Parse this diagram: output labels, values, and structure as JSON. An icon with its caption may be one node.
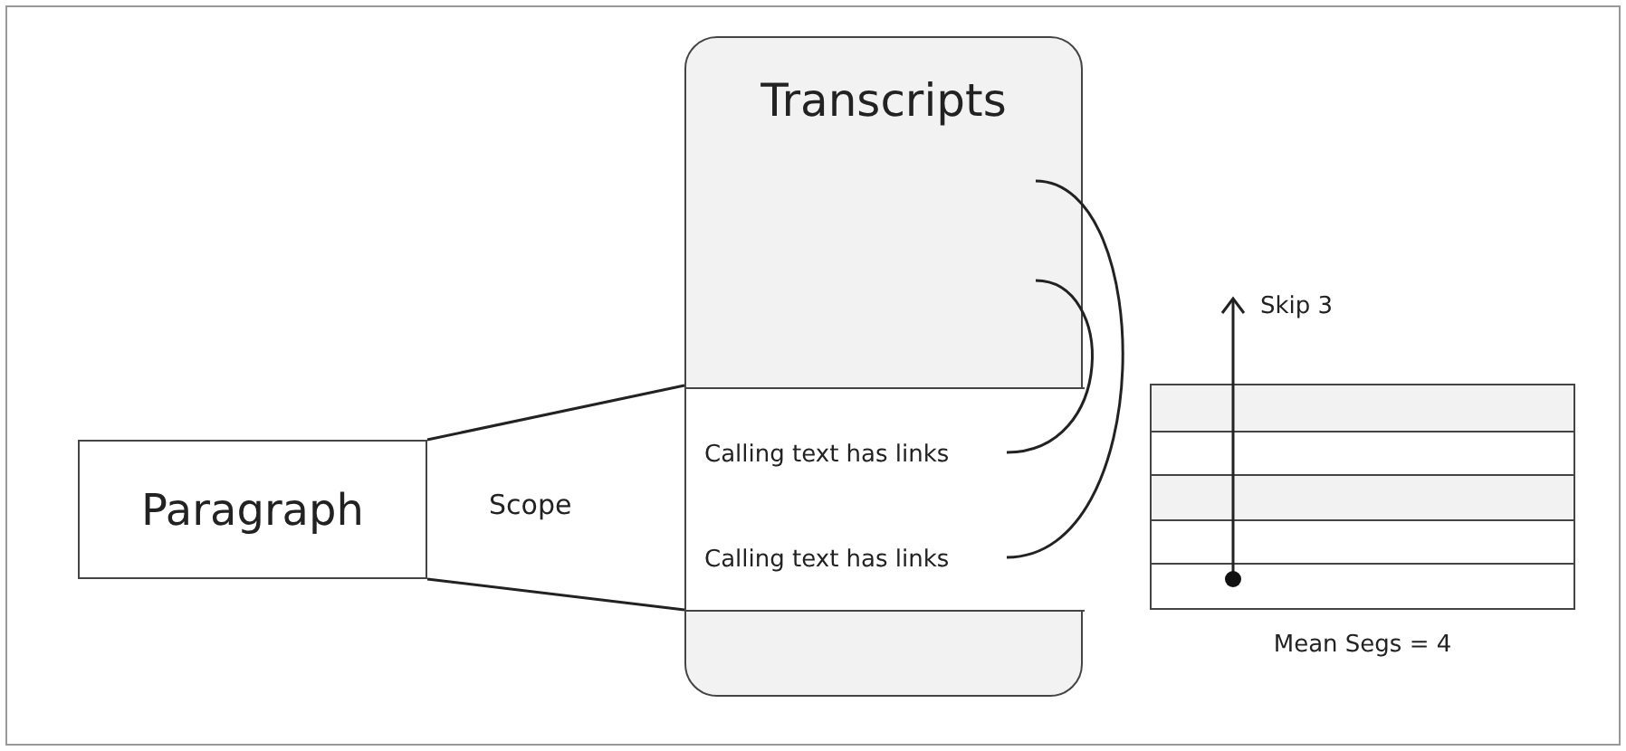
{
  "diagram": {
    "nodes": [
      {
        "text": [
          "Transcripts"
        ]
      },
      {
        "text": [],
        "shape": "band",
        "in": 0
      },
      {
        "text": [
          "Calling text has links"
        ],
        "in": 1
      },
      {
        "text": [
          "Calling text has links"
        ],
        "in": 1
      },
      {
        "text": [
          "Paragraph"
        ]
      },
      {
        "text": [],
        "shape": "box",
        "beside": [
          "Mean Segs = 4"
        ]
      }
    ],
    "edges": [
      {
        "from": 4,
        "to": 1,
        "arrow": "none"
      },
      {
        "from": 4,
        "to": 1,
        "arrow": "none"
      },
      {
        "from": 2,
        "to": null,
        "arrow": "none"
      },
      {
        "from": 3,
        "to": null,
        "arrow": "none"
      }
    ],
    "labels": [
      "Scope",
      "Skip 3"
    ]
  }
}
